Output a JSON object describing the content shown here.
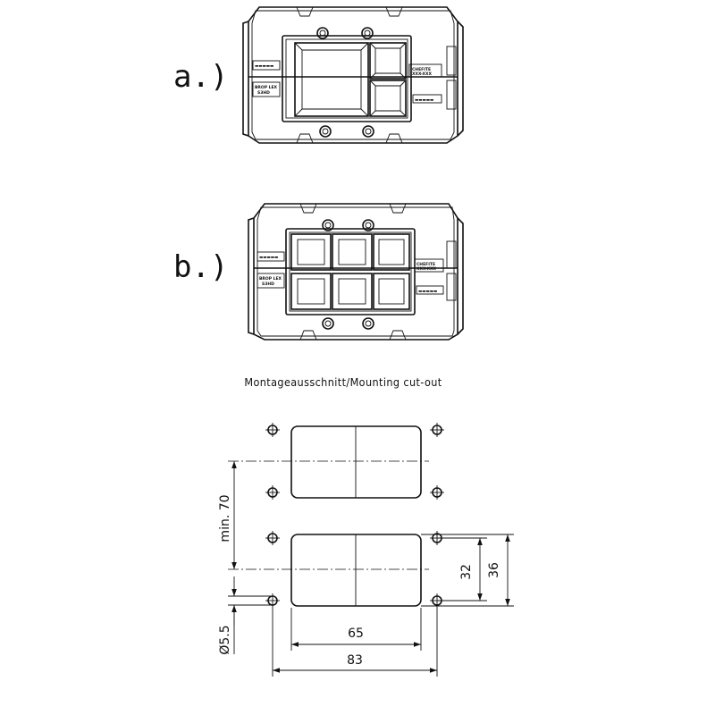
{
  "figure": {
    "label_a": "a.)",
    "label_b": "b.)",
    "frame_text": {
      "left_top": "▬▬▬▬▬",
      "left_bottom_1": "BROP LEX",
      "left_bottom_2": "S3HD",
      "right_top_1": "CHEFITE",
      "right_top_2": "XXX-XXX",
      "right_bottom": "▬▬▬▬▬"
    },
    "cutout_title": "Montageausschnitt/Mounting cut-out",
    "dimensions": {
      "min_70": "min. 70",
      "dia_5_5": "Ø5.5",
      "w_65": "65",
      "w_83": "83",
      "h_32": "32",
      "h_36": "36"
    }
  }
}
